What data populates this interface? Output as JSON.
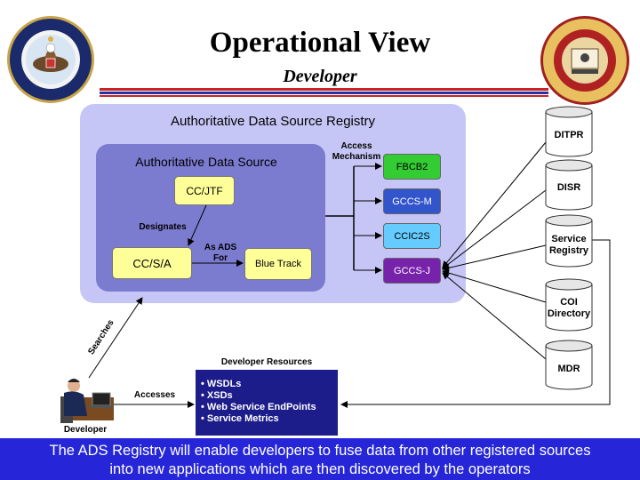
{
  "title": "Operational View",
  "subtitle": "Developer",
  "registry": {
    "title": "Authoritative Data Source Registry"
  },
  "source": {
    "title": "Authoritative Data Source",
    "cc_jtf": "CC/JTF",
    "cc_s_a": "CC/S/A",
    "blue_track": "Blue Track",
    "designates": "Designates",
    "as_ads_for_1": "As ADS",
    "as_ads_for_2": "For"
  },
  "access_mechanism": {
    "label_1": "Access",
    "label_2": "Mechanism",
    "items": [
      "FBCB2",
      "GCCS-M",
      "CCIC2S",
      "GCCS-J"
    ]
  },
  "repositories": [
    {
      "line1": "DITPR",
      "line2": ""
    },
    {
      "line1": "DISR",
      "line2": ""
    },
    {
      "line1": "Service",
      "line2": "Registry"
    },
    {
      "line1": "COI",
      "line2": "Directory"
    },
    {
      "line1": "MDR",
      "line2": ""
    }
  ],
  "developer_resources": {
    "title": "Developer Resources",
    "items": [
      "• WSDLs",
      "• XSDs",
      "• Web Service EndPoints",
      "• Service Metrics"
    ]
  },
  "actions": {
    "searches": "Searches",
    "accesses": "Accesses"
  },
  "developer_label": "Developer",
  "banner": {
    "line1": "The ADS Registry will enable developers to fuse data from other registered sources",
    "line2": "into new applications which are then discovered by the operators"
  },
  "colors": {
    "registry_bg": "#c6c6f6",
    "source_bg": "#7b7bd0",
    "yellow_box": "#ffff99",
    "fbcb2": "#33cc33",
    "gccs_m": "#3355cc",
    "ccic2s": "#66ccff",
    "gccs_j": "#7722aa",
    "banner": "#2626d8",
    "stripe_red": "#cc2222",
    "stripe_blue": "#2233aa"
  }
}
